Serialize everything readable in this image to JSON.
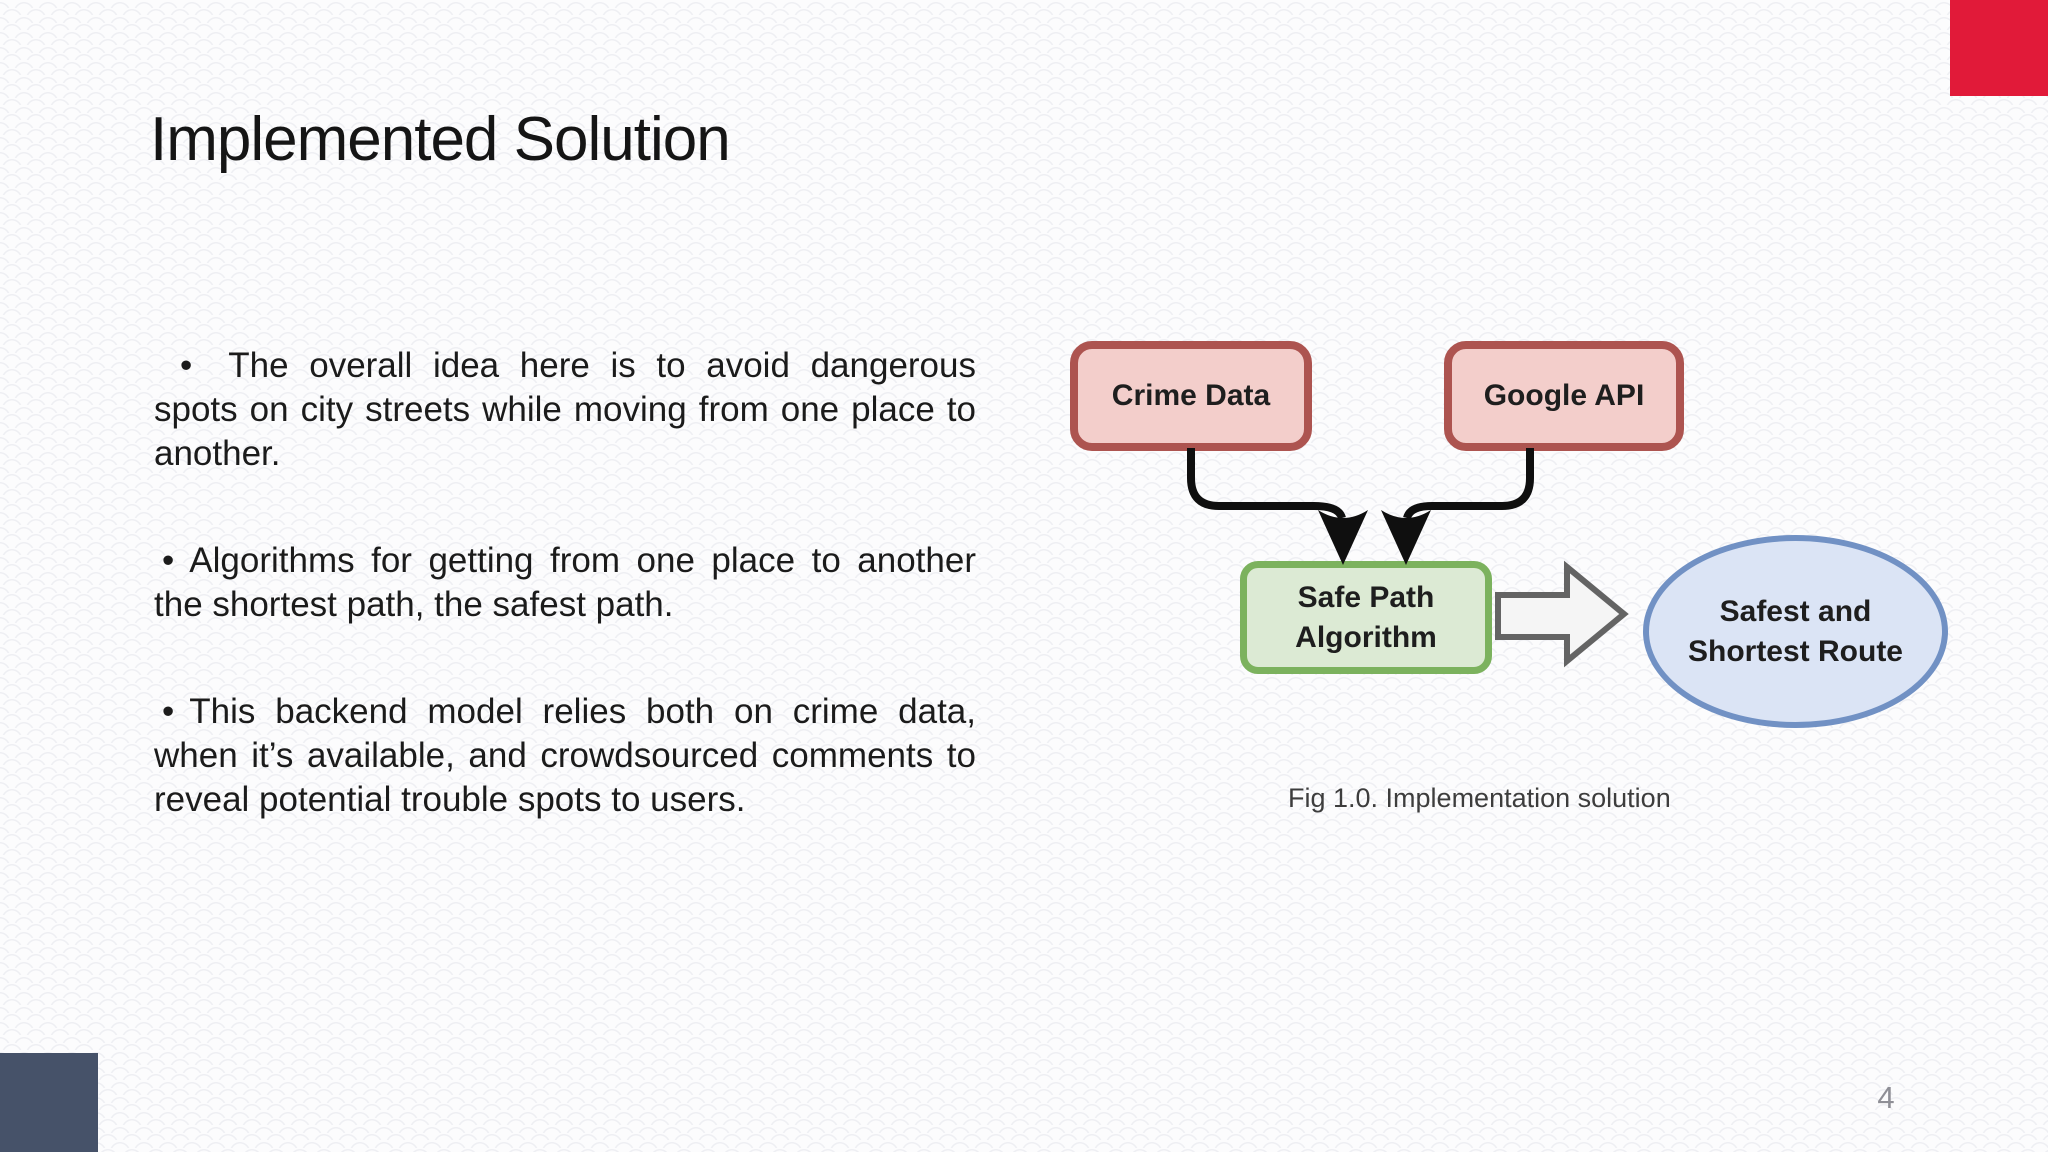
{
  "slide": {
    "title": "Implemented Solution",
    "bullet_marker": "•",
    "bullets": [
      "The overall idea here is to avoid dangerous spots on city streets while moving from one place to another.",
      "Algorithms for getting from one place to another the shortest path, the safest path.",
      "This backend model relies both on crime data, when it’s available, and crowdsourced comments to reveal potential trouble spots to users."
    ],
    "page_number": "4",
    "accents": {
      "top_right_color": "#e11a39",
      "bottom_left_color": "#465269"
    }
  },
  "figure": {
    "caption": "Fig 1.0. Implementation solution",
    "nodes": {
      "crime": {
        "label": "Crime Data",
        "fill": "#f3cecb",
        "stroke": "#ad5450"
      },
      "google": {
        "label": "Google API",
        "fill": "#f3cecb",
        "stroke": "#ad5450"
      },
      "algorithm": {
        "label_line1": "Safe Path",
        "label_line2": "Algorithm",
        "fill": "#dcead4",
        "stroke": "#7cb25e"
      },
      "route": {
        "label_line1": "Safest and",
        "label_line2": "Shortest Route",
        "fill": "#dbe4f5",
        "stroke": "#7191c4"
      }
    },
    "connector_color": "#0f0f0f",
    "block_arrow": {
      "fill": "#f5f5f5",
      "stroke": "#646464"
    }
  }
}
